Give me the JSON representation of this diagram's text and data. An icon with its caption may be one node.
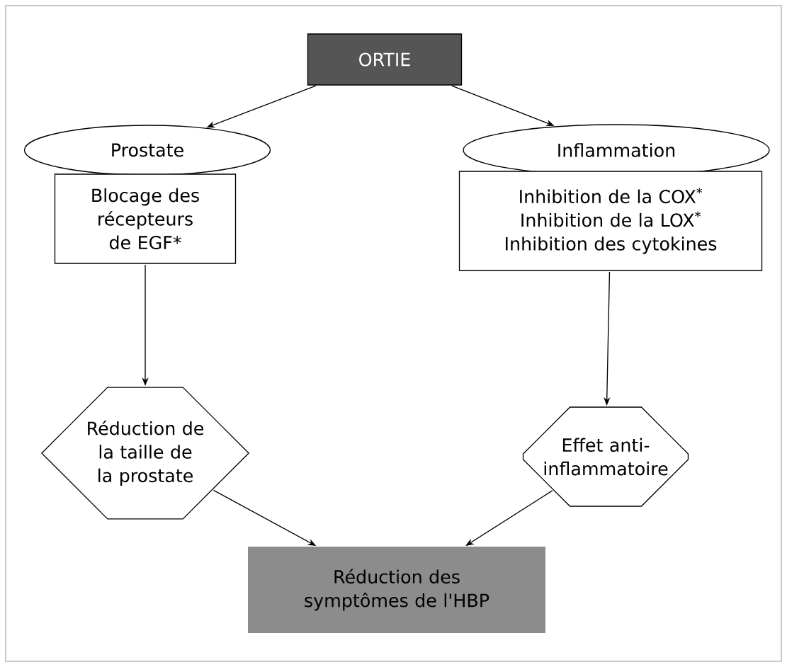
{
  "diagram": {
    "nodes": [
      {
        "text": [
          "ORTIE"
        ]
      },
      {
        "text": [
          "Prostate"
        ]
      },
      {
        "text": [
          "Inflammation"
        ]
      },
      {
        "text": [
          "Blocage des récepteurs de EGF*"
        ]
      },
      {
        "text": [
          "Inhibition de la COX$^{*}$",
          "Inhibition de la LOX$^{*}$",
          "Inhibition des cytokines"
        ]
      },
      {
        "text": [
          "Réduction de la taille de la prostate"
        ]
      },
      {
        "text": [
          "Effet anti-inflammatoire"
        ]
      },
      {
        "text": [
          "Réduction des symptômes de l'HBP"
        ]
      }
    ],
    "edges": [
      {
        "from": 0,
        "to": 1,
        "arrow": "to"
      },
      {
        "from": 0,
        "to": 2,
        "arrow": "to"
      },
      {
        "from": 3,
        "to": 5,
        "arrow": "to"
      },
      {
        "from": 4,
        "to": 6,
        "arrow": "to"
      },
      {
        "from": 5,
        "to": 7,
        "arrow": "to"
      },
      {
        "from": 6,
        "to": 7,
        "arrow": "to"
      }
    ]
  }
}
